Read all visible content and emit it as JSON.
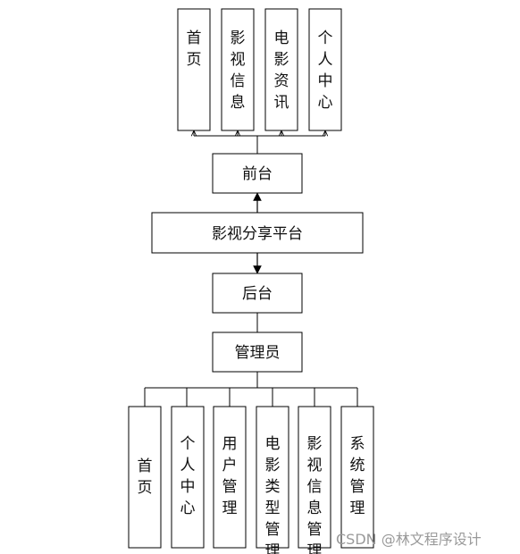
{
  "front_modules": [
    "首页",
    "影视信息",
    "电影资讯",
    "个人中心"
  ],
  "front_node": "前台",
  "platform": "影视分享平台",
  "back_node": "后台",
  "admin_node": "管理员",
  "admin_modules": [
    "首页",
    "个人中心",
    "用户管理",
    "电影类型管理",
    "影视信息管理",
    "系统管理"
  ],
  "watermark": "CSDN @林文程序设计"
}
